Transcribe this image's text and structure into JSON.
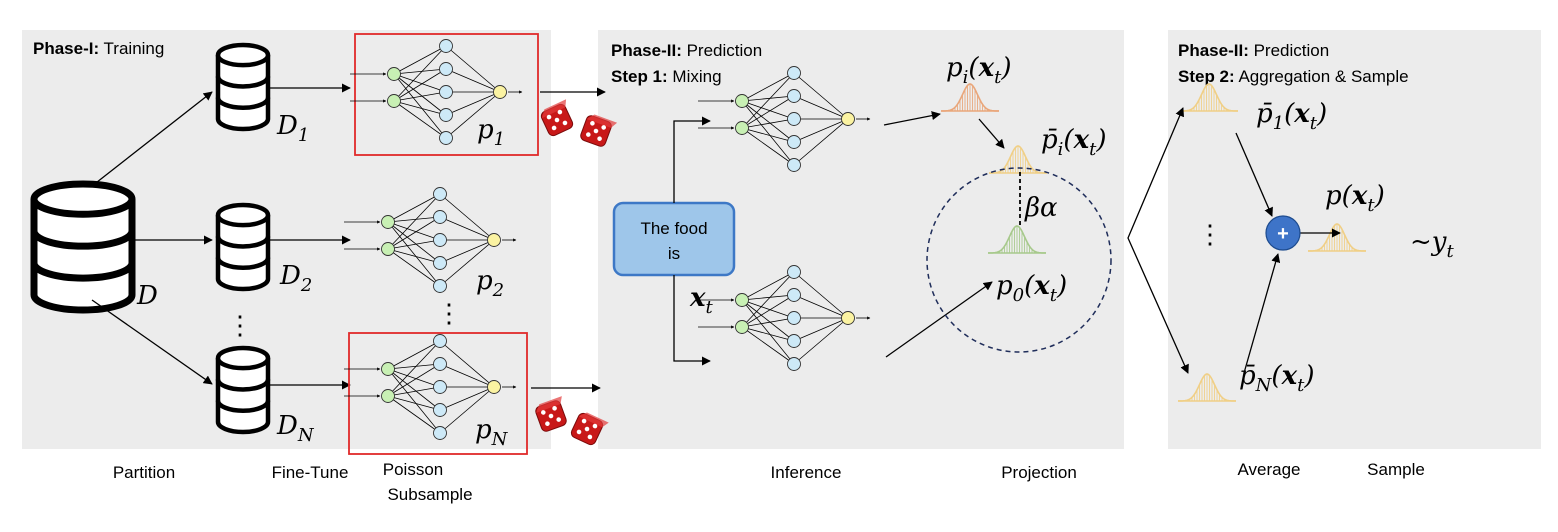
{
  "phase1": {
    "title_bold": "Phase-I:",
    "title_rest": " Training"
  },
  "phase2_step1": {
    "line1_bold": "Phase-II:",
    "line1_rest": " Prediction",
    "line2_bold": "Step 1:",
    "line2_rest": " Mixing"
  },
  "phase2_step2": {
    "line1_bold": "Phase-II:",
    "line1_rest": " Prediction",
    "line2_bold": "Step 2:",
    "line2_rest": " Aggregation & Sample"
  },
  "datasets": {
    "full": "D",
    "d1_base": "D",
    "d1_sub": "1",
    "d2_base": "D",
    "d2_sub": "2",
    "dn_base": "D",
    "dn_sub": "N"
  },
  "models": {
    "p1_base": "p",
    "p1_sub": "1",
    "p2_base": "p",
    "p2_sub": "2",
    "pn_base": "p",
    "pn_sub": "N"
  },
  "prompt": {
    "line1": "The food",
    "line2": "is",
    "x_base": "x",
    "x_sub": "t"
  },
  "distributions": {
    "pi": {
      "base": "p",
      "sub": "i",
      "arg_open": "(",
      "arg_x": "x",
      "arg_sub": "t",
      "arg_close": ")"
    },
    "pbar_i": {
      "base": "p̄",
      "sub": "i",
      "arg_open": "(",
      "arg_x": "x",
      "arg_sub": "t",
      "arg_close": ")"
    },
    "p0": {
      "base": "p",
      "sub": "0",
      "arg_open": "(",
      "arg_x": "x",
      "arg_sub": "t",
      "arg_close": ")"
    },
    "beta_alpha": "βα",
    "pbar_1": {
      "base": "p̄",
      "sub": "1",
      "arg_open": "(",
      "arg_x": "x",
      "arg_sub": "t",
      "arg_close": ")"
    },
    "pbar_n": {
      "base": "p̄",
      "sub": "N",
      "arg_open": "(",
      "arg_x": "x",
      "arg_sub": "t",
      "arg_close": ")"
    },
    "p_agg": {
      "base": "p",
      "arg_open": "(",
      "arg_x": "x",
      "arg_sub": "t",
      "arg_close": ")"
    },
    "sample": {
      "tilde": "~",
      "base": "y",
      "sub": "t"
    }
  },
  "ellipsis": "⋮",
  "plus": "+",
  "stage_labels": {
    "partition": "Partition",
    "finetune": "Fine-Tune",
    "poisson_line1": "Poisson",
    "poisson_line2": "Subsample",
    "inference": "Inference",
    "projection": "Projection",
    "average": "Average",
    "sample": "Sample"
  },
  "colors": {
    "panel": "#ececec",
    "input_node": "#c8f0b4",
    "hidden_node": "#cde9f7",
    "output_node": "#fbf3a2",
    "red_box": "#e02a2a",
    "prompt_fill": "#9ec6ea",
    "prompt_border": "#3d78c6",
    "plus_fill": "#3e74c8",
    "dist_orange": "#e9a67a",
    "dist_yellow": "#f0cf86",
    "dist_green": "#a7c98c",
    "dice_red": "#c81818",
    "circle_dash": "#1f2d5a"
  }
}
